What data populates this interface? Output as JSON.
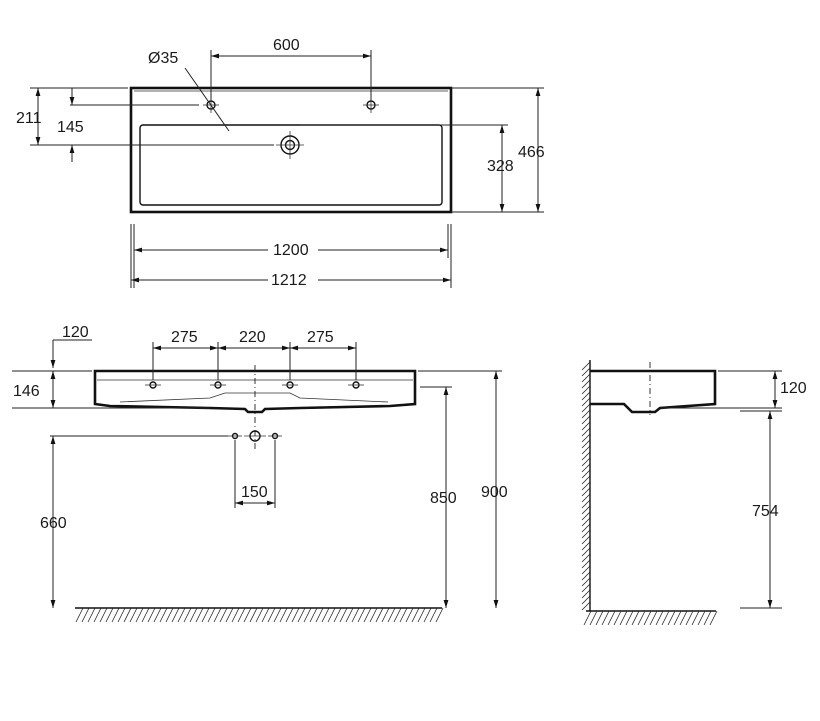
{
  "drawing": {
    "top_view": {
      "hole_diameter": "Ø35",
      "tap_spacing": "600",
      "tap_offset": "211",
      "drain_offset": "145",
      "basin_depth": "328",
      "total_depth": "466",
      "inner_width": "1200",
      "outer_width": "1212"
    },
    "front_view": {
      "edge_offset": "120",
      "spacing_left": "275",
      "spacing_center": "220",
      "spacing_right": "275",
      "rim_height": "146",
      "waste_floor_height": "660",
      "waste_spacing": "150",
      "install_height": "850",
      "top_height": "900"
    },
    "side_view": {
      "rim_height": "120",
      "bottom_height": "754"
    }
  }
}
